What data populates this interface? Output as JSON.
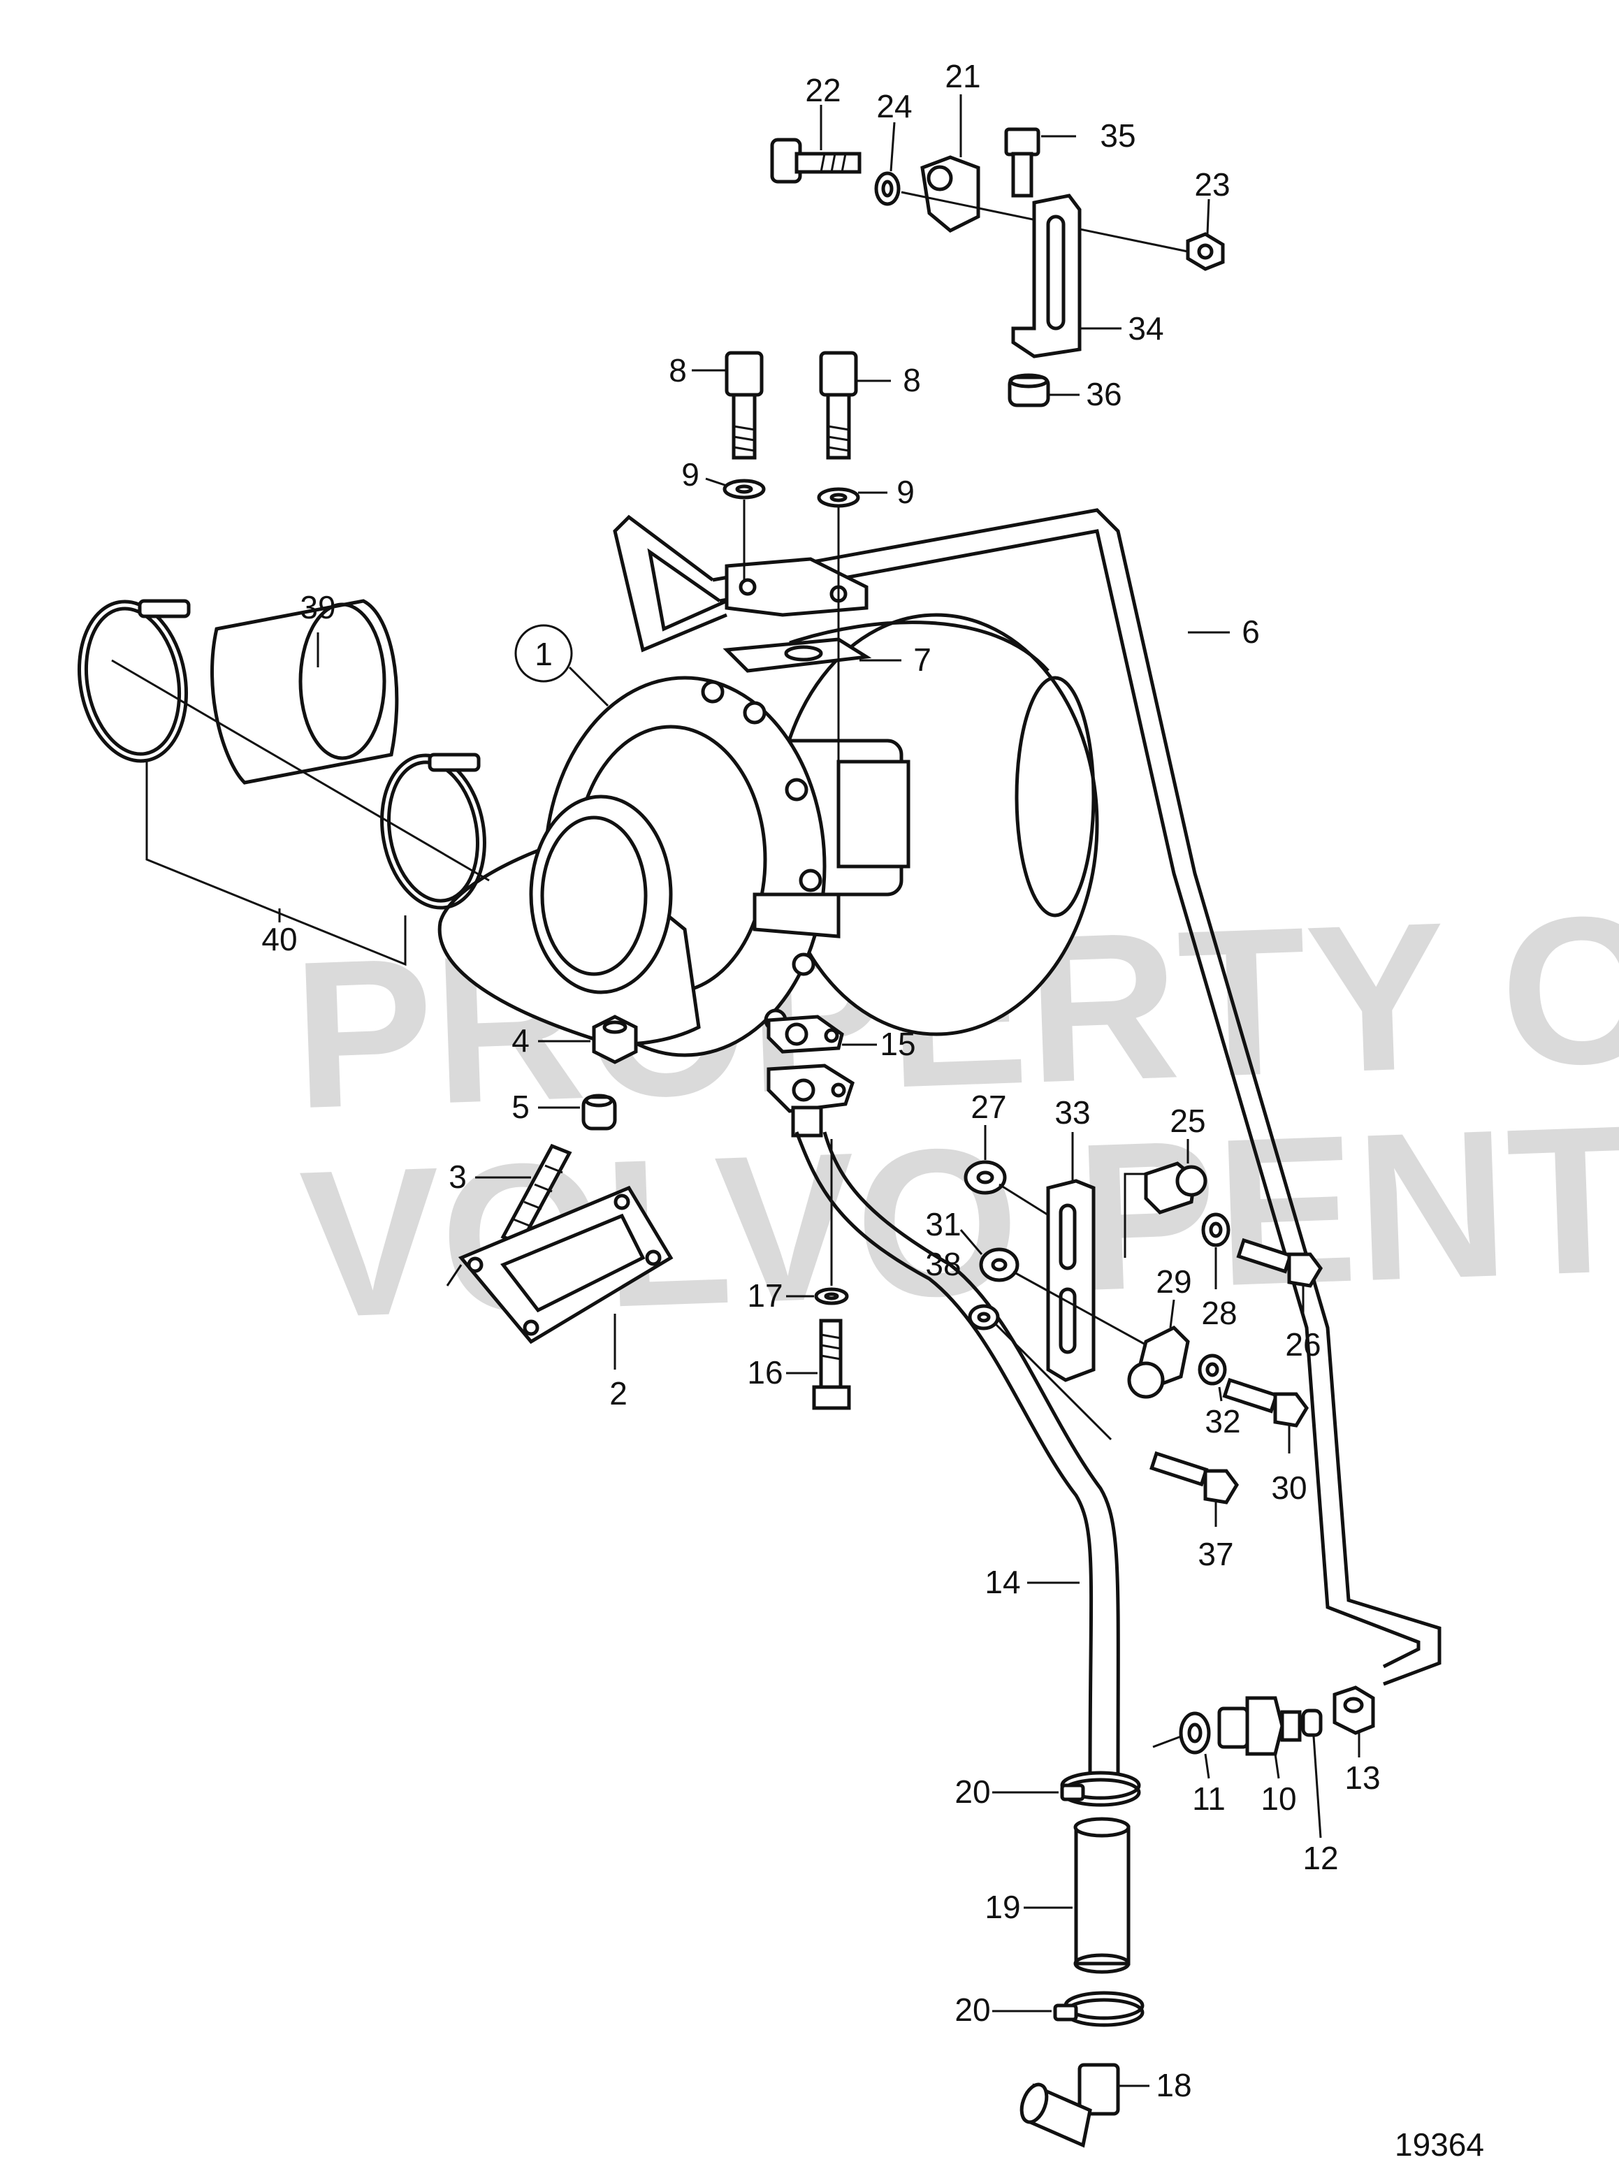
{
  "figure_number": "19364",
  "watermark": {
    "line1": "PROPERTY OF",
    "line2": "VOLVO PENTA"
  },
  "callouts": {
    "c1": "1",
    "c2": "2",
    "c3": "3",
    "c4": "4",
    "c5": "5",
    "c6": "6",
    "c7": "7",
    "c8a": "8",
    "c8b": "8",
    "c9a": "9",
    "c9b": "9",
    "c10": "10",
    "c11": "11",
    "c12": "12",
    "c13": "13",
    "c14": "14",
    "c15": "15",
    "c16": "16",
    "c17": "17",
    "c18": "18",
    "c19": "19",
    "c20a": "20",
    "c20b": "20",
    "c21": "21",
    "c22": "22",
    "c23": "23",
    "c24": "24",
    "c25": "25",
    "c26": "26",
    "c27": "27",
    "c28": "28",
    "c29": "29",
    "c30": "30",
    "c31": "31",
    "c32": "32",
    "c33": "33",
    "c34": "34",
    "c35": "35",
    "c36": "36",
    "c37": "37",
    "c38": "38",
    "c39": "39",
    "c40": "40"
  }
}
